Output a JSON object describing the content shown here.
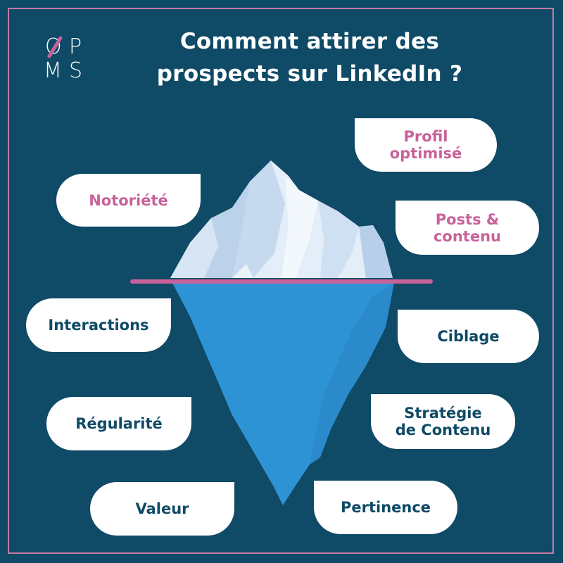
{
  "title_line1": "Comment attirer des",
  "title_line2": "prospects sur LinkedIn ?",
  "logo": {
    "letters": [
      "O",
      "P",
      "M",
      "S"
    ]
  },
  "colors": {
    "background": "#0f4a66",
    "accent_pink": "#c9629a",
    "water_blue": "#2e93d4",
    "ice_light": "#e4eef8"
  },
  "above_water": {
    "notoriete": "Notoriété",
    "profil_line1": "Profil",
    "profil_line2": "optimisé",
    "posts_line1": "Posts &",
    "posts_line2": "contenu"
  },
  "below_water": {
    "interactions": "Interactions",
    "ciblage": "Ciblage",
    "regularite": "Régularité",
    "strategie_line1": "Stratégie",
    "strategie_line2": "de Contenu",
    "valeur": "Valeur",
    "pertinence": "Pertinence"
  }
}
